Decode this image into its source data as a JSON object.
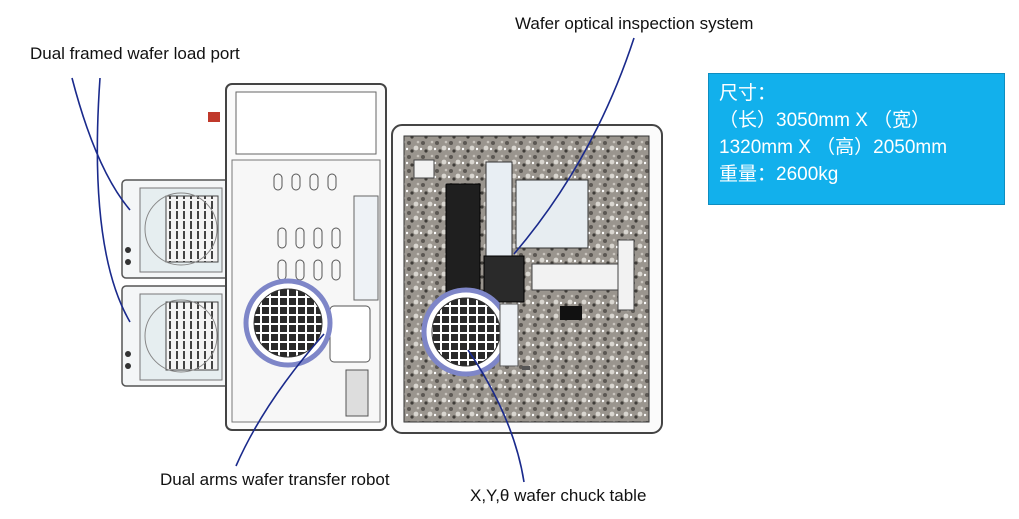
{
  "callouts": {
    "load_port": "Dual framed wafer load port",
    "inspection": "Wafer optical inspection system",
    "robot": "Dual arms wafer transfer robot",
    "chuck": "X,Y,θ wafer chuck table"
  },
  "spec_box": {
    "lines": [
      "尺寸：",
      "（长）3050mm X （宽）",
      "1320mm X （高）2050mm",
      "重量：2600kg"
    ],
    "background": "#12b0ec"
  },
  "colors": {
    "frame": "#555555",
    "granite": "#8e8a84",
    "callout_line": "#1a2a8c",
    "wafer_ring": "#7e86c8"
  }
}
